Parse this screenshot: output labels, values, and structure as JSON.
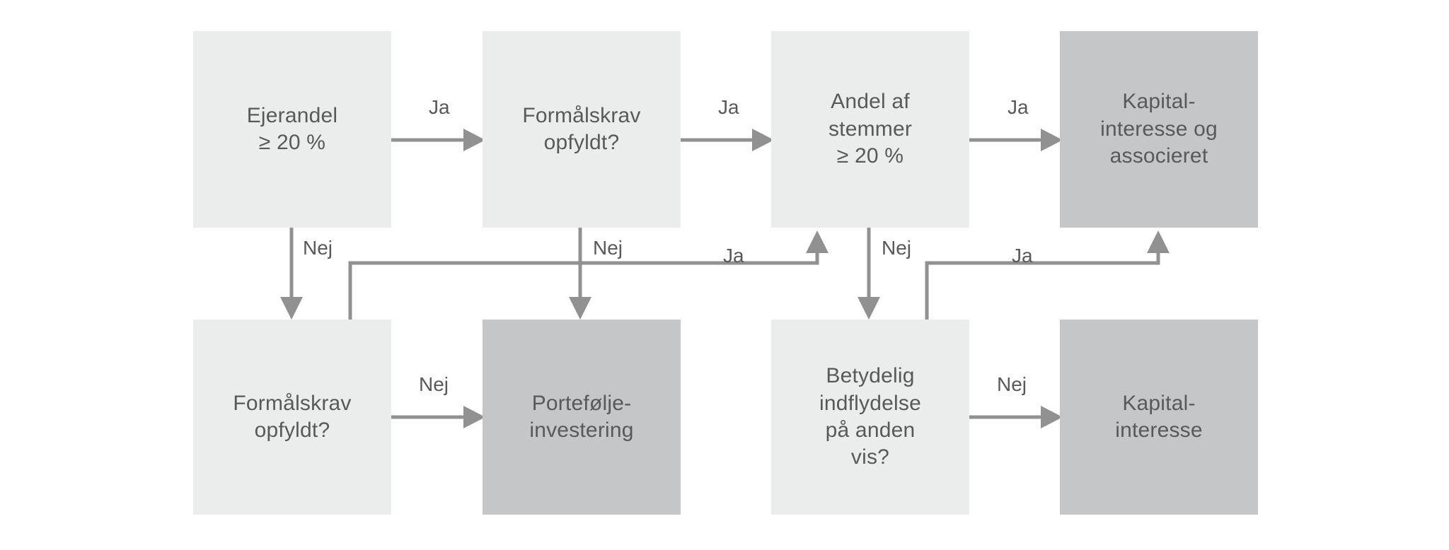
{
  "diagram": {
    "title": "Ejerandel og indflydelse beslutningstrae",
    "palette": {
      "box_light": "#ebecec",
      "box_dark": "#c5c6c8",
      "connector": "#919191",
      "text": "#58595b",
      "background": "#ffffff"
    },
    "nodes": [
      {
        "id": "ejerandel",
        "text": "Ejerandel\n≥ 20 %",
        "style": "light",
        "row": "top",
        "col": 1
      },
      {
        "id": "formaalskrav-top",
        "text": "Formålskrav\nopfyldt?",
        "style": "light",
        "row": "top",
        "col": 2
      },
      {
        "id": "andel-stemmer",
        "text": "Andel af\nstemmer\n≥ 20 %",
        "style": "light",
        "row": "top",
        "col": 3
      },
      {
        "id": "kapital-assoc",
        "text": "Kapital-\ninteresse og\nassocieret",
        "style": "dark",
        "row": "top",
        "col": 4
      },
      {
        "id": "formaalskrav-bot",
        "text": "Formålskrav\nopfyldt?",
        "style": "light",
        "row": "bottom",
        "col": 1
      },
      {
        "id": "portefoelje",
        "text": "Portefølje-\ninvestering",
        "style": "dark",
        "row": "bottom",
        "col": 2
      },
      {
        "id": "betydelig",
        "text": "Betydelig\nindflydelse\npå anden\nvis?",
        "style": "light",
        "row": "bottom",
        "col": 3
      },
      {
        "id": "kapital",
        "text": "Kapital-\ninteresse",
        "style": "dark",
        "row": "bottom",
        "col": 4
      }
    ],
    "edges": [
      {
        "id": "e1",
        "from": "ejerandel",
        "to": "formaalskrav-top",
        "label": "Ja"
      },
      {
        "id": "e2",
        "from": "formaalskrav-top",
        "to": "andel-stemmer",
        "label": "Ja"
      },
      {
        "id": "e3",
        "from": "andel-stemmer",
        "to": "kapital-assoc",
        "label": "Ja"
      },
      {
        "id": "e4",
        "from": "ejerandel",
        "to": "formaalskrav-bot",
        "label": "Nej"
      },
      {
        "id": "e5",
        "from": "formaalskrav-top",
        "to": "portefoelje",
        "label": "Nej"
      },
      {
        "id": "e6",
        "from": "andel-stemmer",
        "to": "betydelig",
        "label": "Nej"
      },
      {
        "id": "e7",
        "from": "formaalskrav-bot",
        "to": "portefoelje",
        "label": "Nej"
      },
      {
        "id": "e8",
        "from": "betydelig",
        "to": "kapital",
        "label": "Nej"
      },
      {
        "id": "e9",
        "from": "formaalskrav-bot",
        "to": "andel-stemmer",
        "label": "Ja"
      },
      {
        "id": "e10",
        "from": "betydelig",
        "to": "kapital-assoc",
        "label": "Ja"
      }
    ],
    "edge_labels": {
      "l1": "Ja",
      "l2": "Ja",
      "l3": "Ja",
      "l4": "Nej",
      "l5": "Nej",
      "l6": "Nej",
      "l7": "Nej",
      "l8": "Nej",
      "l9": "Ja",
      "l10": "Ja"
    }
  }
}
